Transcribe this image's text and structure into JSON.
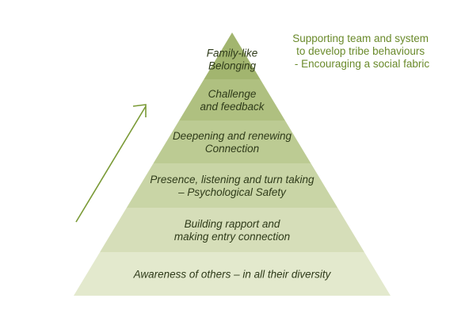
{
  "pyramid": {
    "levels": [
      {
        "lines": [
          "Family-like",
          "Belonging"
        ],
        "color": "#a2b56f"
      },
      {
        "lines": [
          "Challenge",
          "and feedback"
        ],
        "color": "#afc080"
      },
      {
        "lines": [
          "Deepening and renewing",
          "Connection"
        ],
        "color": "#bccb93"
      },
      {
        "lines": [
          "Presence, listening and turn taking",
          "– Psychological Safety"
        ],
        "color": "#c9d5a6"
      },
      {
        "lines": [
          "Building rapport and",
          "making entry connection"
        ],
        "color": "#d6deb9"
      },
      {
        "lines": [
          "Awareness of others – in all their diversity"
        ],
        "color": "#e3e9cd"
      }
    ]
  },
  "side_note": {
    "lines": [
      "Supporting team and system",
      "to develop tribe behaviours",
      "- Encouraging a social fabric"
    ]
  },
  "colors": {
    "note_text": "#6a8a2b",
    "arrow": "#7a9a36",
    "label_text": "#2f3b1a"
  },
  "icons": {
    "growth_arrow": "arrow-up-right-icon"
  }
}
